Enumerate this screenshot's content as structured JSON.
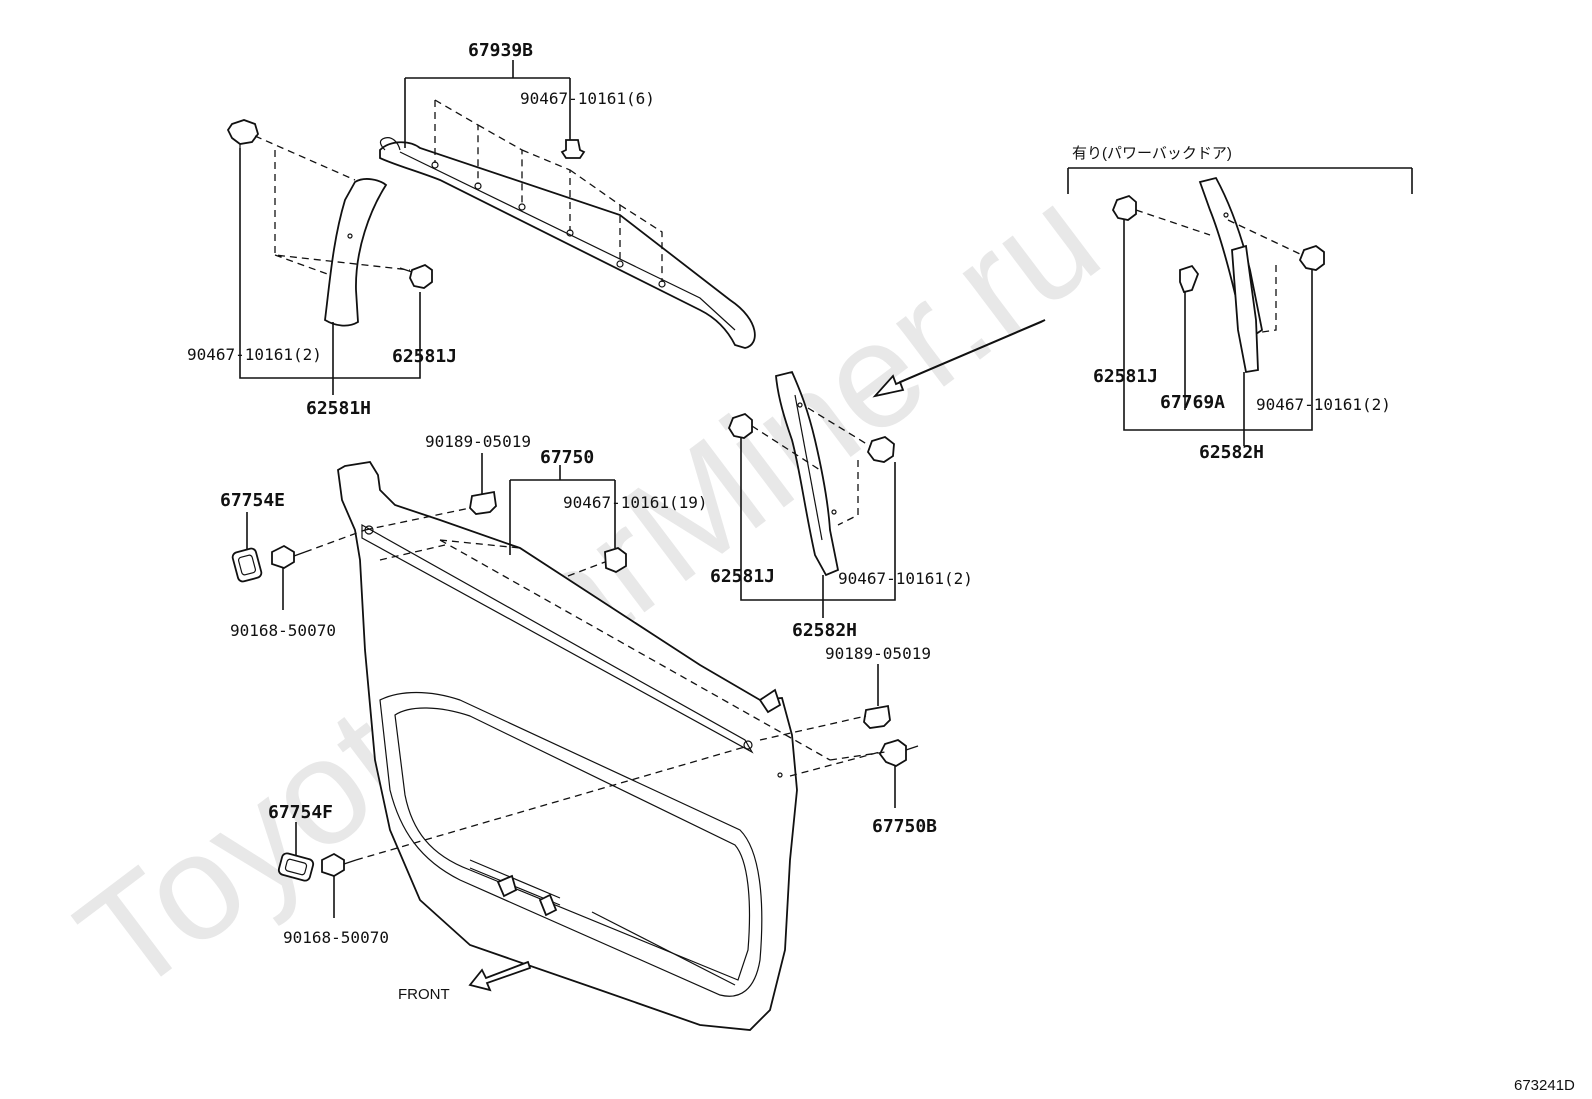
{
  "watermark": "ToyotaCarMiner.ru",
  "option_note": "有り(パワーバックドア)",
  "front_label": "FRONT",
  "diagram_id": "673241D",
  "parts": {
    "p67939B": "67939B",
    "p90467_6": "90467-10161(6)",
    "p90467_2_left": "90467-10161(2)",
    "p62581J_left": "62581J",
    "p62581H": "62581H",
    "p90189_upper": "90189-05019",
    "p67750": "67750",
    "p90467_19": "90467-10161(19)",
    "p67754E": "67754E",
    "p90168_upper": "90168-50070",
    "p62581J_mid": "62581J",
    "p90467_2_mid": "90467-10161(2)",
    "p62582H_mid": "62582H",
    "p90189_lower": "90189-05019",
    "p67750B": "67750B",
    "p67754F": "67754F",
    "p90168_lower": "90168-50070",
    "p62581J_right": "62581J",
    "p67769A": "67769A",
    "p90467_2_right": "90467-10161(2)",
    "p62582H_right": "62582H"
  }
}
